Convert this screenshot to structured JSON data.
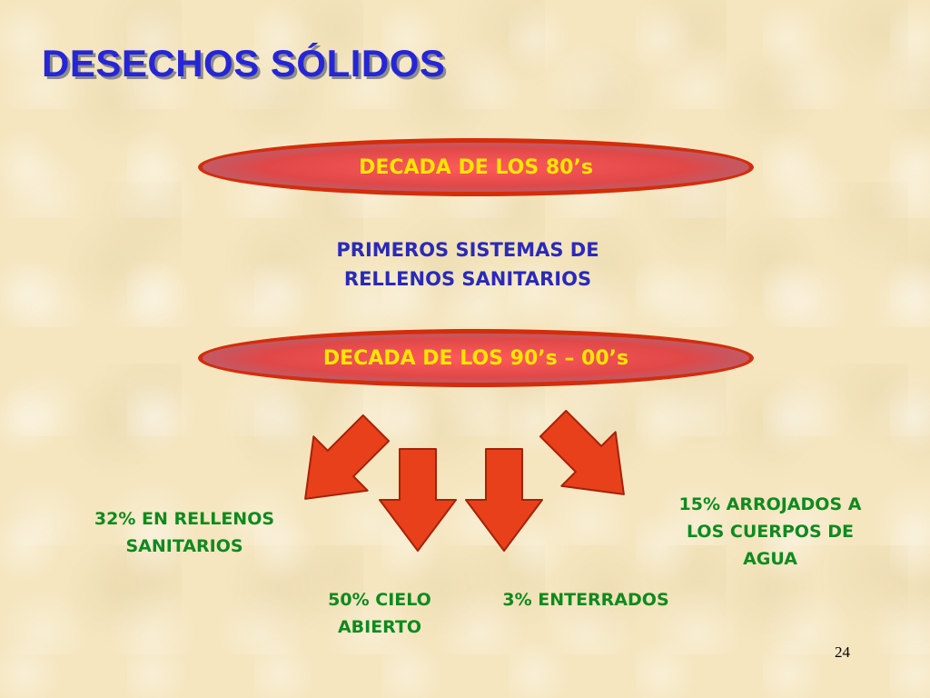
{
  "slide": {
    "title": "DESECHOS SÓLIDOS",
    "decade_1": "DECADA DE LOS 80’s",
    "primeros": {
      "line1": "PRIMEROS SISTEMAS DE",
      "line2": "RELLENOS SANITARIOS"
    },
    "decade_2": "DECADA DE LOS 90’s – 00’s",
    "outcomes": {
      "rellenos": {
        "line1": "32% EN RELLENOS",
        "line2": "SANITARIOS"
      },
      "agua": {
        "line1": "15% ARROJADOS A",
        "line2": "LOS CUERPOS DE",
        "line3": "AGUA"
      },
      "cielo": {
        "line1": "50% CIELO",
        "line2": "ABIERTO"
      },
      "enterrados": {
        "line1": "3% ENTERRADOS"
      }
    },
    "page_number": "24"
  },
  "colors": {
    "title": "#2626d6",
    "oval_border": "#d42d0c",
    "oval_text": "#ffe500",
    "blue_text": "#2a2ab8",
    "green_text": "#0f8a1e",
    "arrow_fill": "#e8401a",
    "arrow_stroke": "#a52208"
  },
  "icons": {
    "arrows": [
      "arrow-down-left-icon",
      "arrow-down-icon",
      "arrow-down-icon",
      "arrow-down-right-icon"
    ]
  }
}
